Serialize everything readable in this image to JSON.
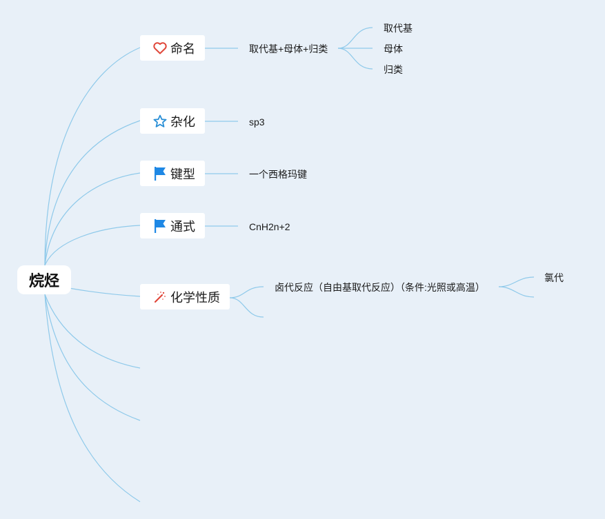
{
  "root": {
    "label": "烷烃"
  },
  "branches": {
    "naming": {
      "label": "命名",
      "icon": "heart-icon",
      "children": {
        "formula": {
          "label": "取代基+母体+归类",
          "children": [
            "取代基",
            "母体",
            "归类"
          ]
        }
      }
    },
    "hybridization": {
      "label": "杂化",
      "icon": "star-icon",
      "children": {
        "value": "sp3"
      }
    },
    "bond_type": {
      "label": "键型",
      "icon": "flag-icon",
      "children": {
        "value": "一个西格玛键"
      }
    },
    "general_formula": {
      "label": "通式",
      "icon": "flag-icon",
      "children": {
        "value": "CnH2n+2"
      }
    },
    "chemical_properties": {
      "label": "化学性质",
      "icon": "magic-wand-icon",
      "children": {
        "reaction": {
          "label": "卤代反应（自由基取代反应）（条件:光照或高温）",
          "children": [
            "氯代",
            ""
          ]
        },
        "empty": ""
      }
    }
  },
  "colors": {
    "background": "#e8f0f8",
    "connector": "#8ec9ea",
    "heart": "#e0473a",
    "star": "#2a8fd6",
    "flag": "#1e88e5",
    "wand": "#e0473a"
  }
}
